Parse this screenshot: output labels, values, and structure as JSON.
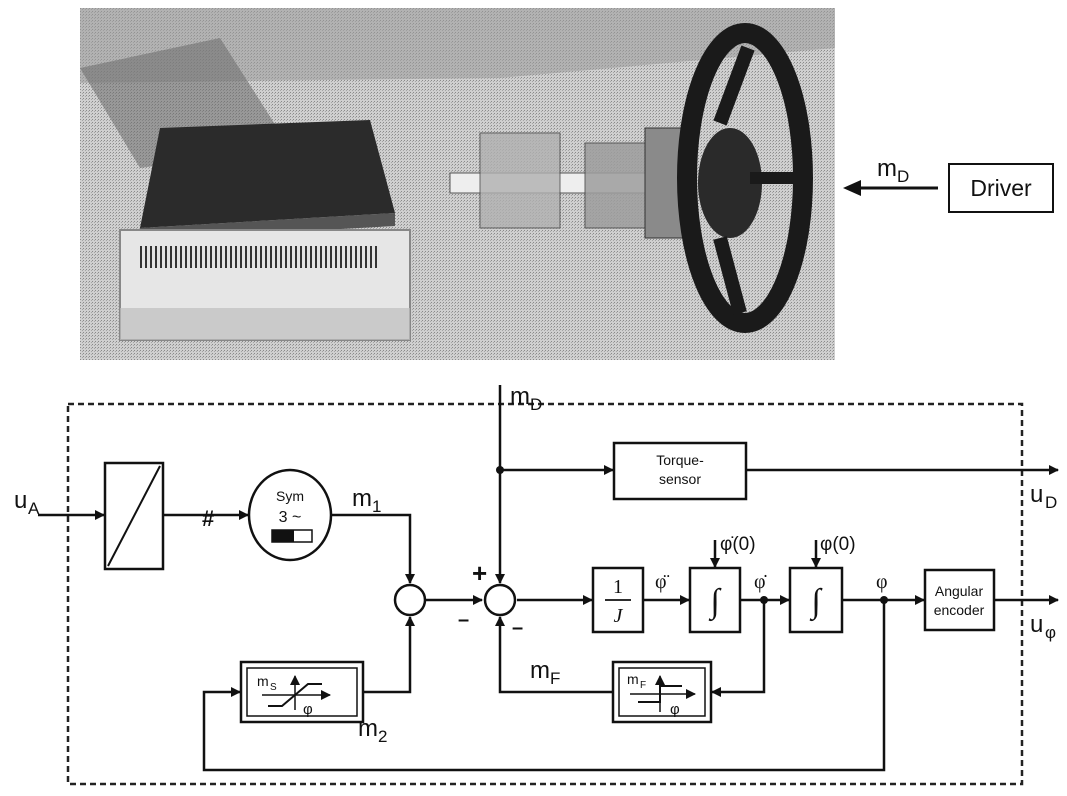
{
  "top": {
    "torque_in_label": "m",
    "torque_in_sub": "D",
    "driver_label": "Driver"
  },
  "diagram": {
    "input_label": "u",
    "input_sub": "A",
    "md_label": "m",
    "md_sub": "D",
    "motor_line1": "Sym",
    "motor_line2": "3 ~",
    "m1_label": "m",
    "m1_sub": "1",
    "m2_label": "m",
    "m2_sub": "2",
    "mf_label": "m",
    "mf_sub": "F",
    "plus_sign": "+",
    "minus_sign_1": "–",
    "minus_sign_2": "–",
    "torque_sensor_line1": "Torque-",
    "torque_sensor_line2": "sensor",
    "inertia_num": "1",
    "inertia_den": "J",
    "phi_ddot": "φ̈",
    "phi_dot": "φ̇",
    "phi": "φ",
    "integrator_symbol": "∫",
    "init_phi_dot": "φ̇(0)",
    "init_phi": "φ(0)",
    "encoder_line1": "Angular",
    "encoder_line2": "encoder",
    "out_d_label": "u",
    "out_d_sub": "D",
    "out_phi_label": "u",
    "out_phi_sub": "φ",
    "ms_label": "m",
    "ms_sub": "S",
    "ms_phi": "φ",
    "mf_block_label": "m",
    "mf_block_sub": "F",
    "mf_phi": "φ",
    "dac_marker": "#"
  },
  "colors": {
    "line": "#111111",
    "dashed_border": "#222222",
    "photo_bg": "#c9c9c9"
  },
  "icons": {
    "steering_wheel": "steering-wheel-icon",
    "motor_unit": "motor-unit-icon",
    "amplifier": "amplifier-icon",
    "arrow": "arrow-left-icon"
  }
}
